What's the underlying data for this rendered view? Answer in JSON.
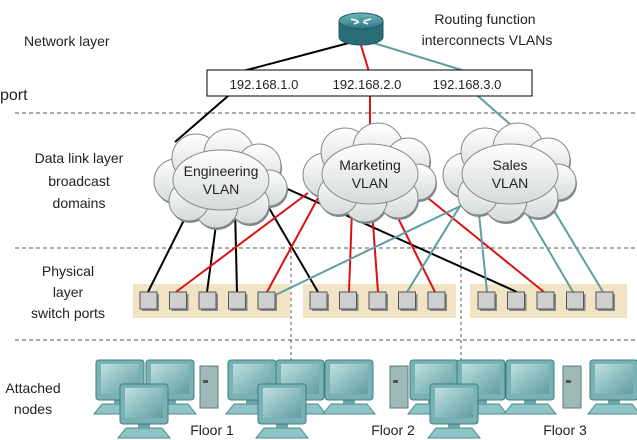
{
  "layers": {
    "network": "Network layer",
    "datalink": [
      "Data link layer",
      "broadcast",
      "domains"
    ],
    "physical": [
      "Physical",
      "layer",
      "switch ports"
    ],
    "attached": [
      "Attached",
      "nodes"
    ]
  },
  "router_caption": [
    "Routing function",
    "interconnects VLANs"
  ],
  "subnets": [
    "192.168.1.0",
    "192.168.2.0",
    "192.168.3.0"
  ],
  "partial_text": "port",
  "vlans": [
    {
      "name": [
        "Engineering",
        "VLAN"
      ],
      "color": "#000000"
    },
    {
      "name": [
        "Marketing",
        "VLAN"
      ],
      "color": "#dd1111"
    },
    {
      "name": [
        "Sales",
        "VLAN"
      ],
      "color": "#5f9ea0"
    }
  ],
  "floors": [
    "Floor 1",
    "Floor 2",
    "Floor 3"
  ],
  "colors": {
    "engineering": "#000000",
    "marketing": "#dd1111",
    "sales": "#5f9ea0",
    "switch_bg": "#f1e4c4",
    "cloud": "#eef0f0",
    "router": "#3b8f99",
    "computer": "#7fb5b7"
  },
  "icons": [
    "router-icon",
    "cloud-icon",
    "switch-port-icon",
    "computer-icon"
  ]
}
